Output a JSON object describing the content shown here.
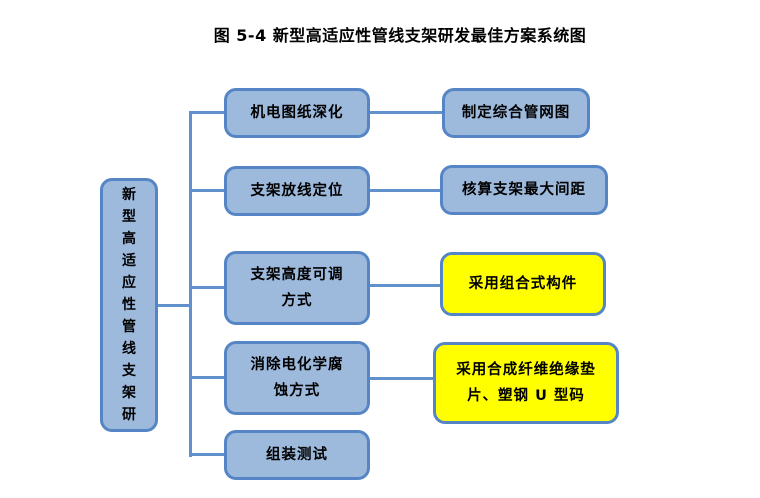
{
  "title": "图 5-4 新型高适应性管线支架研发最佳方案系统图",
  "colors": {
    "node_fill": "#9DB9DC",
    "node_border": "#5585C5",
    "highlight_fill": "#FFFF00",
    "connector": "#6191CC",
    "text": "#000000",
    "background": "#FFFFFF"
  },
  "root": {
    "label": "新型高适应性管线支架研"
  },
  "steps": [
    {
      "label": "机电图纸深化",
      "result": "制定综合管网图",
      "result_highlighted": false
    },
    {
      "label": "支架放线定位",
      "result": "核算支架最大间距",
      "result_highlighted": false
    },
    {
      "label": "支架高度可调\n方式",
      "result": "采用组合式构件",
      "result_highlighted": true
    },
    {
      "label": "消除电化学腐\n蚀方式",
      "result": "采用合成纤维绝缘垫\n片、塑钢 U 型码",
      "result_highlighted": true
    },
    {
      "label": "组装测试",
      "result": null,
      "result_highlighted": false
    }
  ]
}
